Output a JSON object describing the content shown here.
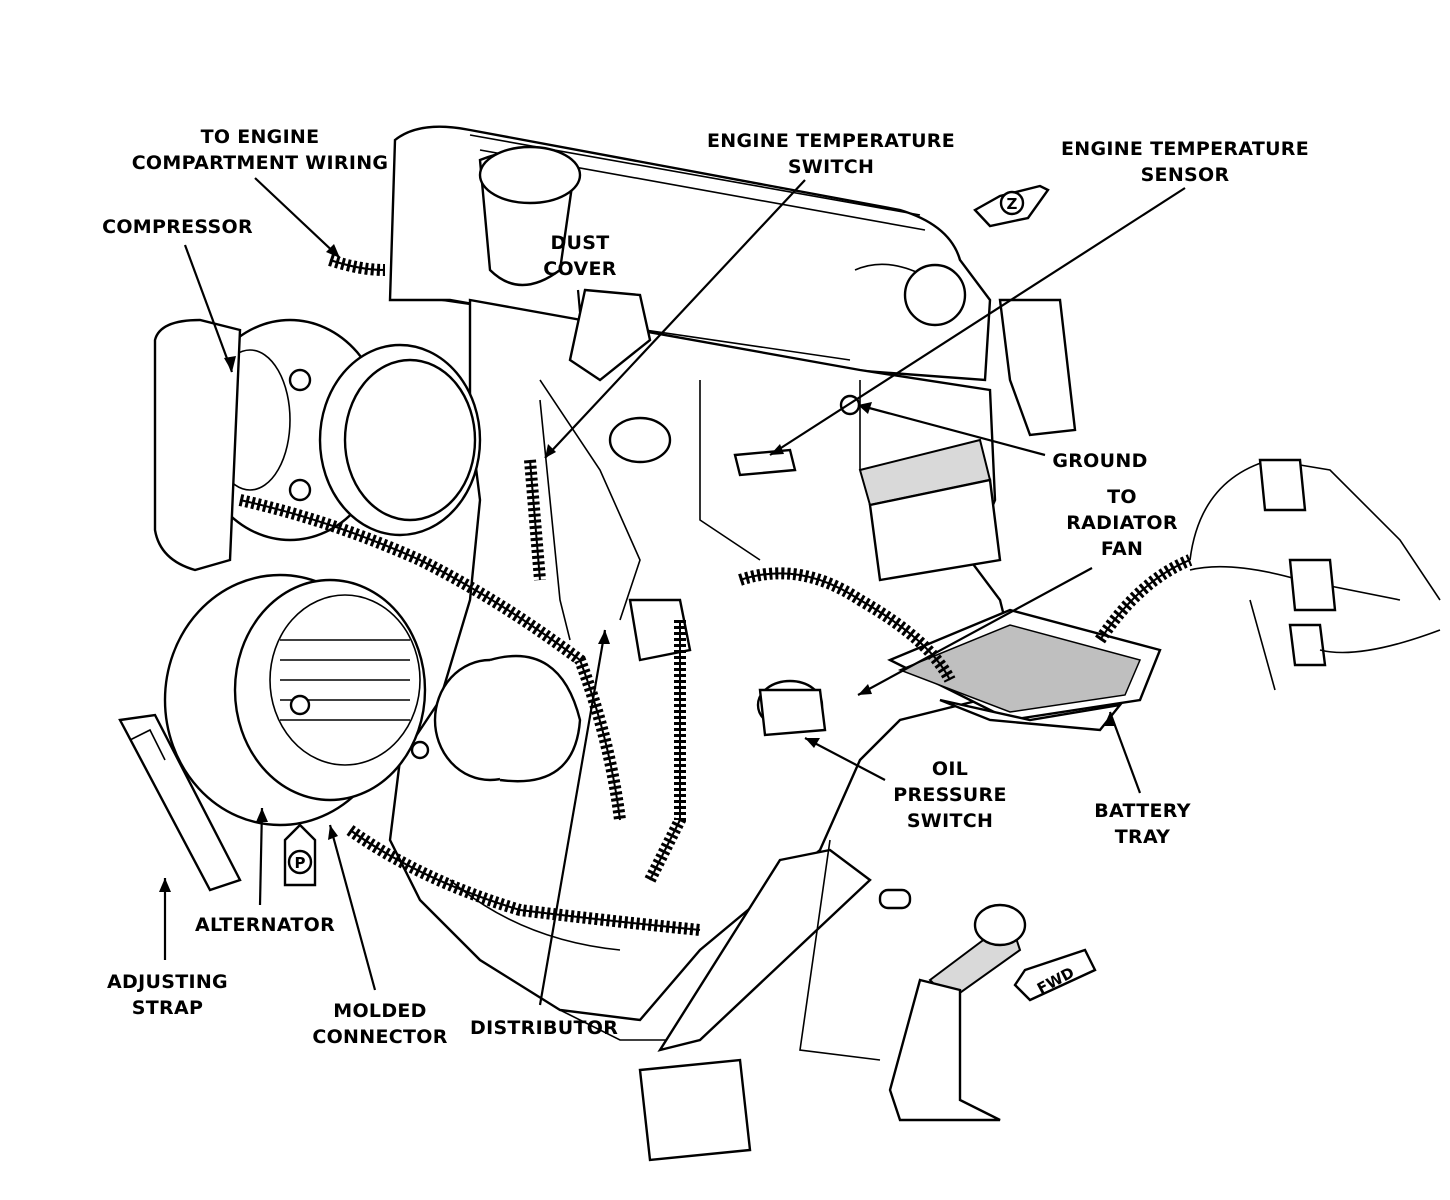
{
  "labels": {
    "to_engine_compartment_wiring": [
      "TO ENGINE",
      "COMPARTMENT WIRING"
    ],
    "compressor": [
      "COMPRESSOR"
    ],
    "dust_cover": [
      "DUST",
      "COVER"
    ],
    "engine_temperature_switch": [
      "ENGINE TEMPERATURE",
      "SWITCH"
    ],
    "engine_temperature_sensor": [
      "ENGINE TEMPERATURE",
      "SENSOR"
    ],
    "ground": [
      "GROUND"
    ],
    "to_radiator_fan": [
      "TO",
      "RADIATOR",
      "FAN"
    ],
    "oil_pressure_switch": [
      "OIL",
      "PRESSURE",
      "SWITCH"
    ],
    "battery_tray": [
      "BATTERY",
      "TRAY"
    ],
    "alternator": [
      "ALTERNATOR"
    ],
    "adjusting_strap": [
      "ADJUSTING",
      "STRAP"
    ],
    "molded_connector": [
      "MOLDED",
      "CONNECTOR"
    ],
    "distributor": [
      "DISTRIBUTOR"
    ]
  },
  "direction_markers": {
    "view_z": "Z",
    "view_p": "P",
    "forward": "FWD"
  }
}
